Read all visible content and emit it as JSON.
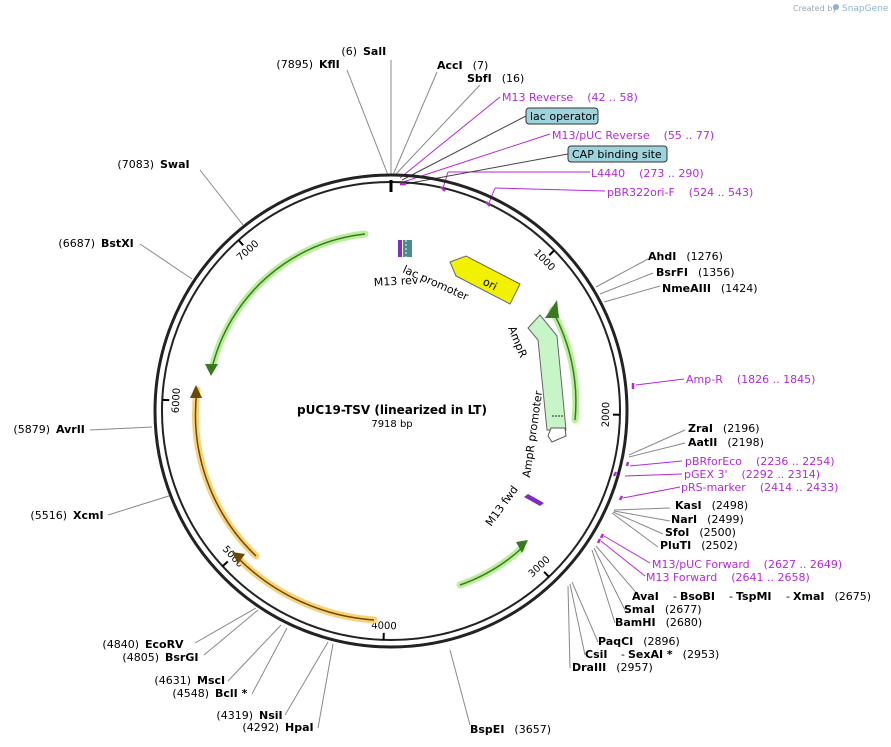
{
  "credit": {
    "created_by": "Created by",
    "brand": "SnapGene"
  },
  "plasmid": {
    "name": "pUC19-TSV (linearized in LT)",
    "length_label": "7918 bp"
  },
  "ruler": [
    "1000",
    "2000",
    "3000",
    "4000",
    "5000",
    "6000",
    "7000"
  ],
  "enzymes": [
    {
      "name": "SalI",
      "pos": "(6)"
    },
    {
      "name": "KflI",
      "pos": "(7895)"
    },
    {
      "name": "AccI",
      "pos": "(7)"
    },
    {
      "name": "SbfI",
      "pos": "(16)"
    },
    {
      "name": "SwaI",
      "pos": "(7083)"
    },
    {
      "name": "BstXI",
      "pos": "(6687)"
    },
    {
      "name": "AhdI",
      "pos": "(1276)"
    },
    {
      "name": "BsrFI",
      "pos": "(1356)"
    },
    {
      "name": "NmeAIII",
      "pos": "(1424)"
    },
    {
      "name": "ZraI",
      "pos": "(2196)"
    },
    {
      "name": "AatII",
      "pos": "(2198)"
    },
    {
      "name": "KasI",
      "pos": "(2498)"
    },
    {
      "name": "NarI",
      "pos": "(2499)"
    },
    {
      "name": "SfoI",
      "pos": "(2500)"
    },
    {
      "name": "PluTI",
      "pos": "(2502)"
    },
    {
      "name": "AvaI",
      "pos": ""
    },
    {
      "name": "BsoBI",
      "pos": ""
    },
    {
      "name": "TspMI",
      "pos": ""
    },
    {
      "name": "XmaI",
      "pos": "(2675)"
    },
    {
      "name": "SmaI",
      "pos": "(2677)"
    },
    {
      "name": "BamHI",
      "pos": "(2680)"
    },
    {
      "name": "PaqCI",
      "pos": "(2896)"
    },
    {
      "name": "CsiI",
      "pos": ""
    },
    {
      "name": "SexAI *",
      "pos": "(2953)"
    },
    {
      "name": "DraIII",
      "pos": "(2957)"
    },
    {
      "name": "BspEI",
      "pos": "(3657)"
    },
    {
      "name": "HpaI",
      "pos": "(4292)"
    },
    {
      "name": "NsiI",
      "pos": "(4319)"
    },
    {
      "name": "BclI *",
      "pos": "(4548)"
    },
    {
      "name": "MscI",
      "pos": "(4631)"
    },
    {
      "name": "BsrGI",
      "pos": "(4805)"
    },
    {
      "name": "EcoRV",
      "pos": "(4840)"
    },
    {
      "name": "XcmI",
      "pos": "(5516)"
    },
    {
      "name": "AvrII",
      "pos": "(5879)"
    }
  ],
  "primers": [
    {
      "name": "M13 Reverse",
      "range": "(42 .. 58)"
    },
    {
      "name": "M13/pUC Reverse",
      "range": "(55 .. 77)"
    },
    {
      "name": "L4440",
      "range": "(273 .. 290)"
    },
    {
      "name": "pBR322ori-F",
      "range": "(524 .. 543)"
    },
    {
      "name": "Amp-R",
      "range": "(1826 .. 1845)"
    },
    {
      "name": "pBRforEco",
      "range": "(2236 .. 2254)"
    },
    {
      "name": "pGEX 3'",
      "range": "(2292 .. 2314)"
    },
    {
      "name": "pRS-marker",
      "range": "(2414 .. 2433)"
    },
    {
      "name": "M13/pUC Forward",
      "range": "(2627 .. 2649)"
    },
    {
      "name": "M13 Forward",
      "range": "(2641 .. 2658)"
    }
  ],
  "boxed_features": [
    {
      "name": "lac operator"
    },
    {
      "name": "CAP binding site"
    }
  ],
  "features": {
    "lac_promoter": "lac promoter",
    "m13_rev": "M13 rev",
    "ori": "ori",
    "ampr": "AmpR",
    "ampr_promoter": "AmpR promoter",
    "m13_fwd": "M13 fwd"
  },
  "colors": {
    "backbone": "#222222",
    "primer": "#b12ad6",
    "ori": "#f2f200",
    "ampr": "#c8f5c8",
    "orf_green": "#b9ef9a",
    "orf_orange": "#f7d27a",
    "box_fill": "#9ed3dc"
  }
}
